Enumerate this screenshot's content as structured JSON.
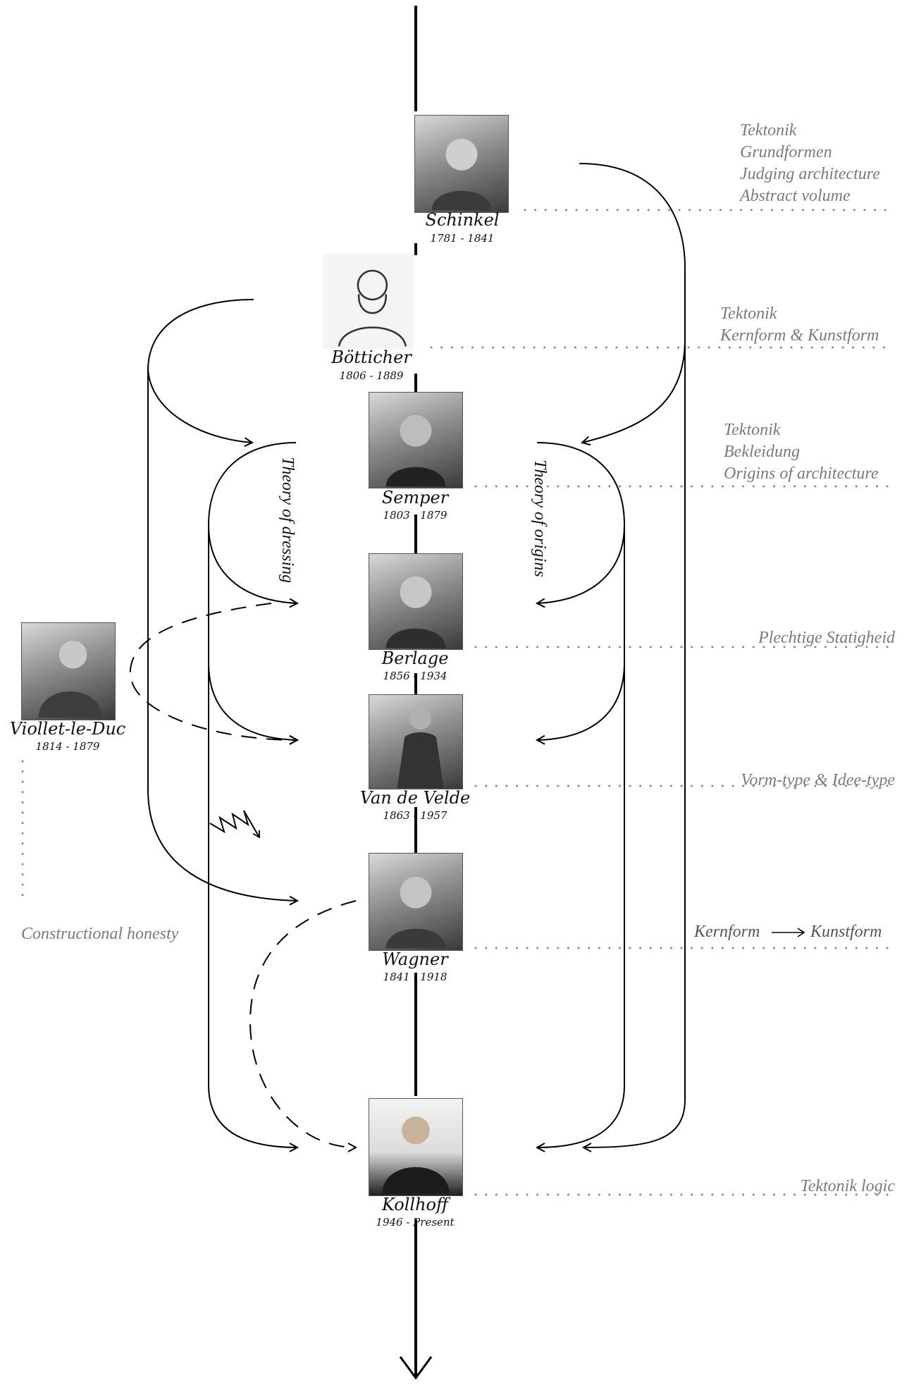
{
  "colors": {
    "line": "#000000",
    "dotted": "#8a8a8a",
    "concept_text": "#7a7a7a"
  },
  "figures": [
    {
      "id": "schinkel",
      "name": "Schinkel",
      "dates": "1781 - 1841",
      "icon": "portrait-icon"
    },
    {
      "id": "botticher",
      "name": "Bötticher",
      "dates": "1806 - 1889",
      "icon": "portrait-sketch-icon"
    },
    {
      "id": "semper",
      "name": "Semper",
      "dates": "1803 - 1879",
      "icon": "portrait-icon"
    },
    {
      "id": "berlage",
      "name": "Berlage",
      "dates": "1856 - 1934",
      "icon": "portrait-icon"
    },
    {
      "id": "vandevelde",
      "name": "Van de Velde",
      "dates": "1863 - 1957",
      "icon": "portrait-icon"
    },
    {
      "id": "wagner",
      "name": "Wagner",
      "dates": "1841 - 1918",
      "icon": "portrait-icon"
    },
    {
      "id": "kollhoff",
      "name": "Kollhoff",
      "dates": "1946 - Present",
      "icon": "portrait-icon"
    },
    {
      "id": "viollet",
      "name": "Viollet-le-Duc",
      "dates": "1814 - 1879",
      "icon": "portrait-icon"
    }
  ],
  "concepts": {
    "schinkel": [
      "Tektonik",
      "Grundformen",
      "Judging architecture",
      "Abstract volume"
    ],
    "botticher": [
      "Tektonik",
      "Kernform & Kunstform"
    ],
    "semper": [
      "Tektonik",
      "Bekleidung",
      "Origins of architecture"
    ],
    "berlage": [
      "Plechtige Statigheid"
    ],
    "vandevelde": [
      "Vorm-type & Idee-type"
    ],
    "wagner": {
      "from": "Kernform",
      "to": "Kunstform"
    },
    "kollhoff": [
      "Tektonik logic"
    ],
    "viollet": [
      "Constructional honesty"
    ]
  },
  "theories": {
    "dressing": "Theory of dressing",
    "origins": "Theory of origins"
  }
}
